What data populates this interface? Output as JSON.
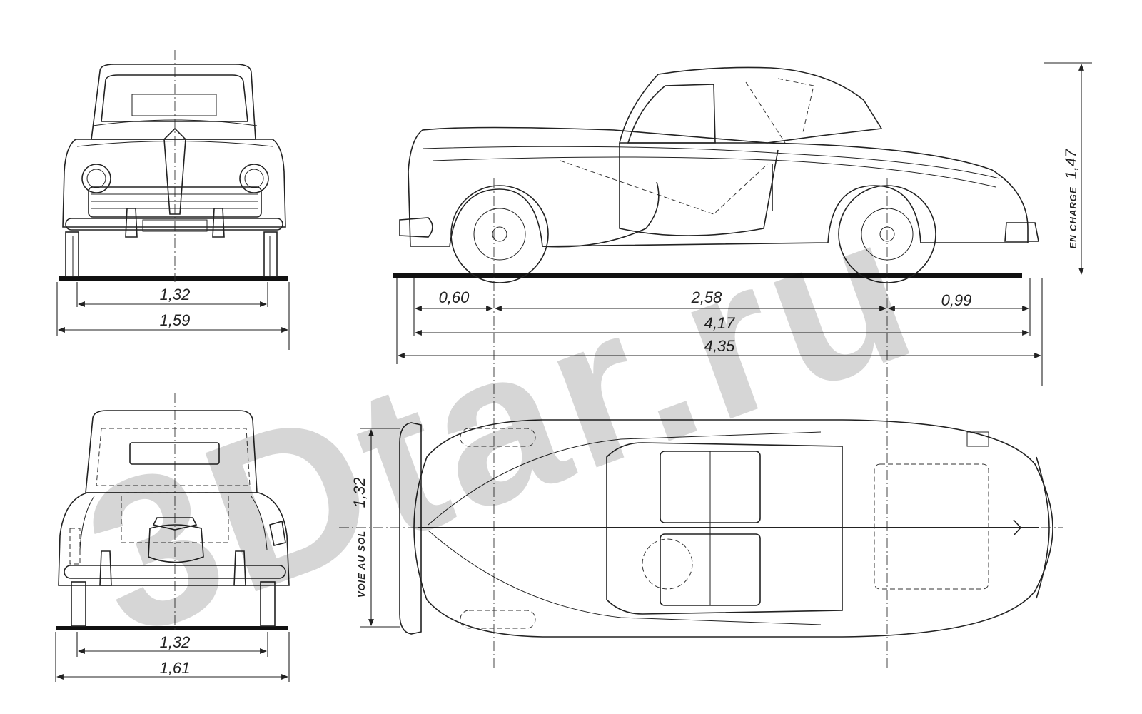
{
  "watermark": {
    "text": "3Dtar.ru"
  },
  "front_view": {
    "track": "1,32",
    "width": "1,59"
  },
  "rear_view": {
    "track": "1,32",
    "width": "1,61"
  },
  "side_view": {
    "front_overhang": "0,60",
    "wheelbase": "2,58",
    "rear_overhang": "0,99",
    "length_body": "4,17",
    "length_total": "4,35",
    "height": "1,47",
    "height_label": "EN CHARGE"
  },
  "top_view": {
    "track": "1,32",
    "track_label": "VOIE AU SOL"
  }
}
